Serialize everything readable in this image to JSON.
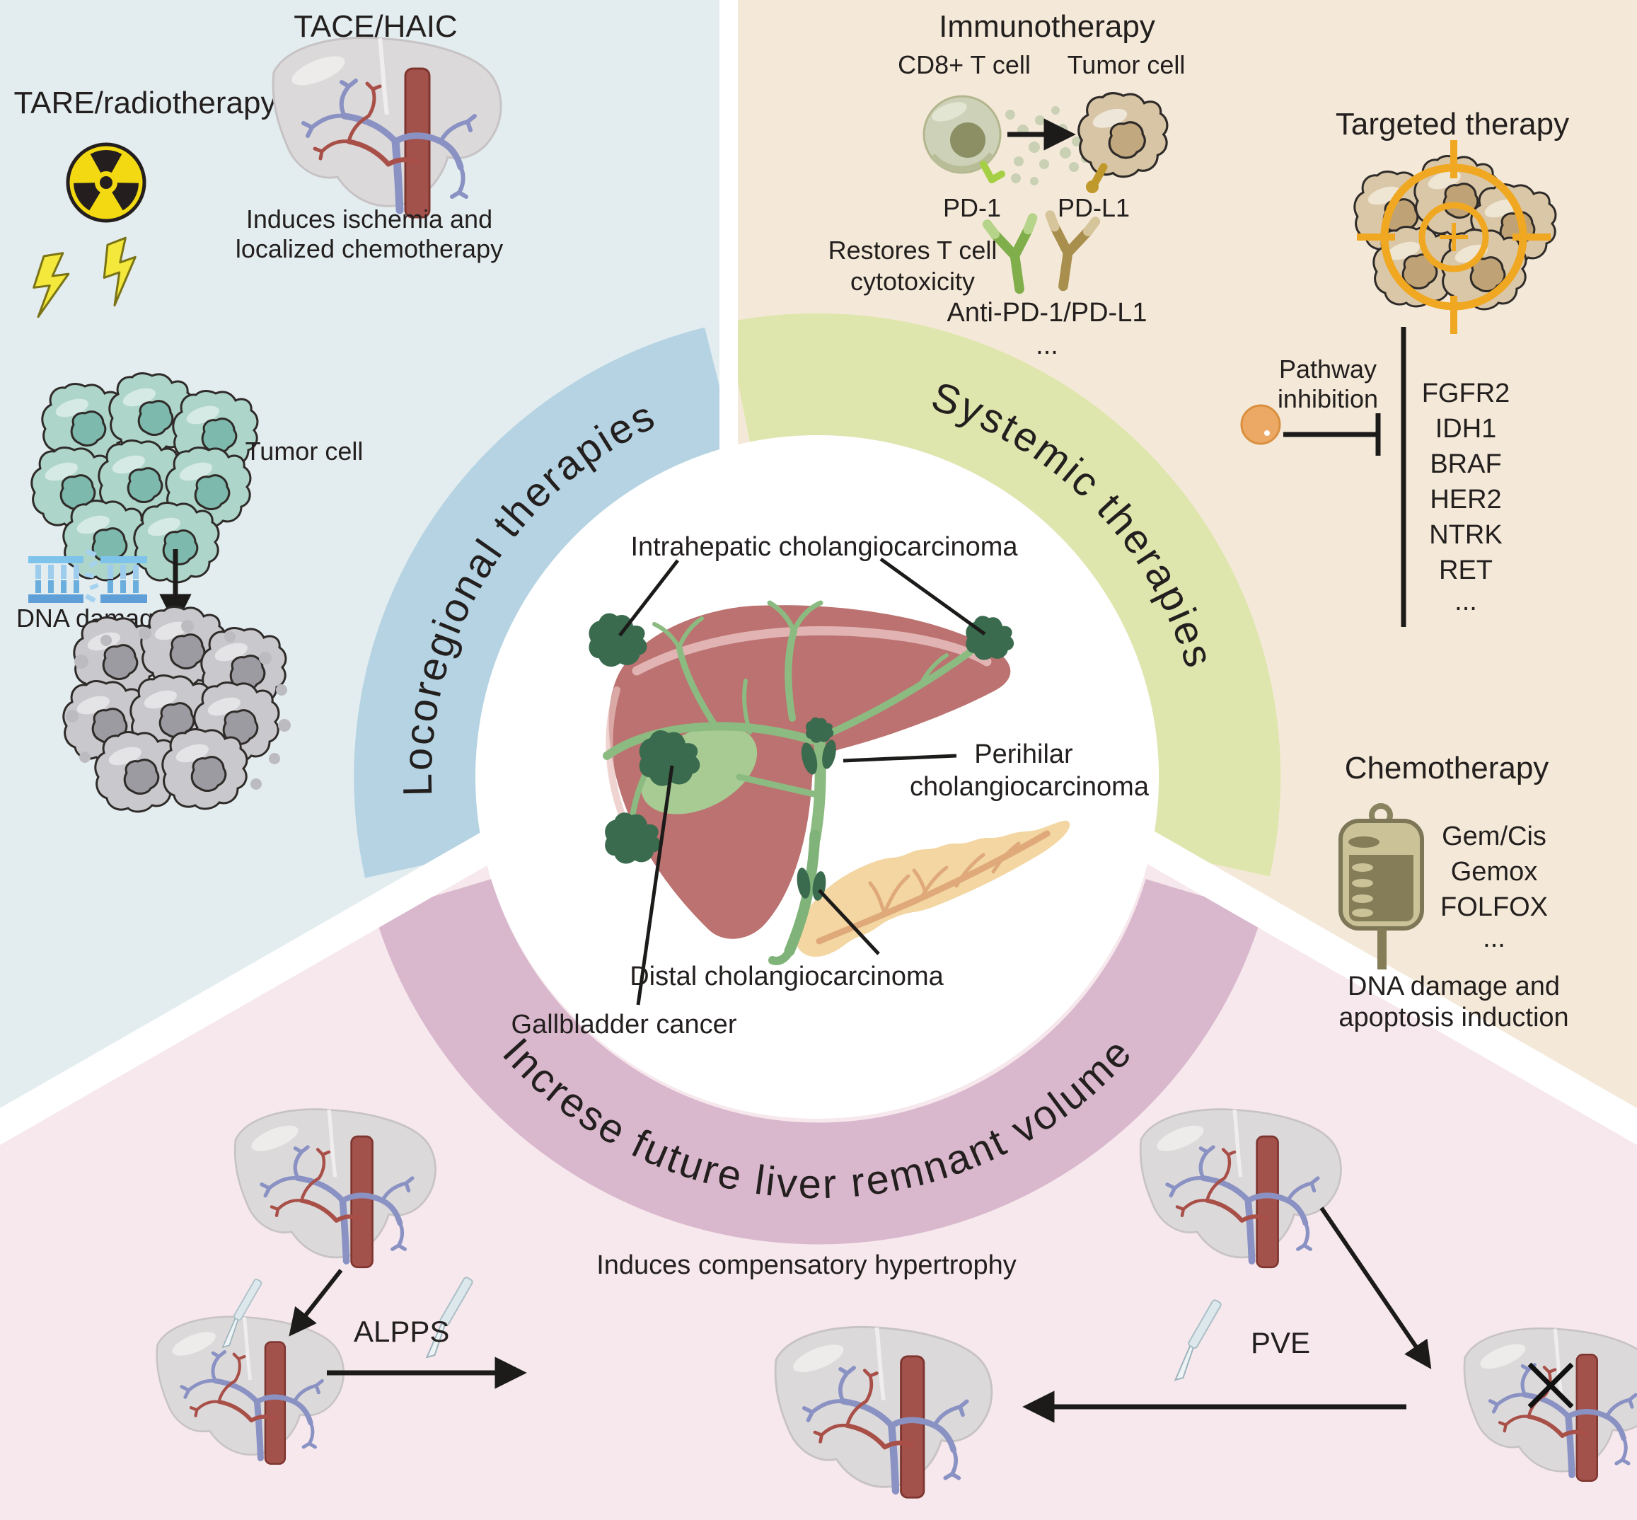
{
  "locoregional": {
    "arc_label": "Locoregional therapies",
    "tare_title": "TARE/radiotherapy",
    "tace_title": "TACE/HAIC",
    "tace_caption_1": "Induces ischemia and",
    "tace_caption_2": "localized chemotherapy",
    "tumor_cell_label": "Tumor cell",
    "dna_damage_label": "DNA damage"
  },
  "systemic": {
    "arc_label": "Systemic therapies",
    "immunotherapy": {
      "title": "Immunotherapy",
      "cd8_label": "CD8+ T cell",
      "tumor_cell_label": "Tumor cell",
      "pd1_label": "PD-1",
      "pdl1_label": "PD-L1",
      "restores_1": "Restores T cell",
      "restores_2": "cytotoxicity",
      "anti_label": "Anti-PD-1/PD-L1",
      "ellipsis": "..."
    },
    "targeted": {
      "title": "Targeted therapy",
      "pathway_1": "Pathway",
      "pathway_2": "inhibition",
      "genes": [
        "FGFR2",
        "IDH1",
        "BRAF",
        "HER2",
        "NTRK",
        "RET",
        "..."
      ]
    },
    "chemotherapy": {
      "title": "Chemotherapy",
      "regimens": [
        "Gem/Cis",
        "Gemox",
        "FOLFOX",
        "..."
      ],
      "caption_1": "DNA damage and",
      "caption_2": "apoptosis induction"
    }
  },
  "flr": {
    "arc_label": "Increse future liver remnant volume",
    "caption": "Induces compensatory hypertrophy",
    "alpps_label": "ALPPS",
    "pve_label": "PVE"
  },
  "center": {
    "intrahepatic_label": "Intrahepatic cholangiocarcinoma",
    "perihilar_1": "Perihilar",
    "perihilar_2": "cholangiocarcinoma",
    "distal_label": "Distal cholangiocarcinoma",
    "gallbladder_label": "Gallbladder cancer"
  },
  "colors": {
    "locoregional_bg": "#e3edf0",
    "locoregional_arc": "#b5d3e2",
    "systemic_bg": "#f4e9d8",
    "systemic_arc": "#dee6ad",
    "flr_bg": "#f6e8ec",
    "flr_arc": "#d9b7cd",
    "liver": "#bb7270",
    "bile_duct": "#8cbb82",
    "tumor": "#3a6b4e",
    "pancreas": "#f3d6a1",
    "radiation_yellow": "#f2d911",
    "target_orange": "#f0a822"
  }
}
